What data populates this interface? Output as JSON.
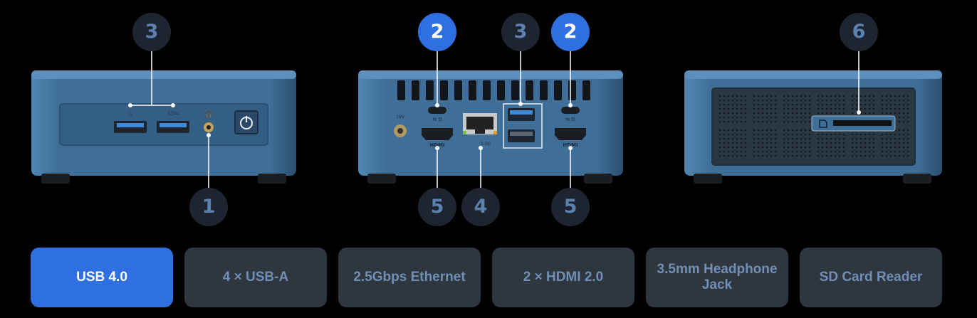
{
  "callouts": [
    {
      "id": "c3a",
      "label": "3",
      "active": false
    },
    {
      "id": "c1",
      "label": "1",
      "active": false
    },
    {
      "id": "c2a",
      "label": "2",
      "active": true
    },
    {
      "id": "c3b",
      "label": "3",
      "active": false
    },
    {
      "id": "c2b",
      "label": "2",
      "active": true
    },
    {
      "id": "c5a",
      "label": "5",
      "active": false
    },
    {
      "id": "c4",
      "label": "4",
      "active": false
    },
    {
      "id": "c5b",
      "label": "5",
      "active": false
    },
    {
      "id": "c6",
      "label": "6",
      "active": false
    }
  ],
  "port_labels": {
    "hdmi_left": "HDMI",
    "hdmi_right": "HDMI",
    "ethernet_speed": "2.5G",
    "dc_in": "19V"
  },
  "tabs": [
    {
      "label": "USB 4.0",
      "active": true
    },
    {
      "label": "4 × USB-A",
      "active": false
    },
    {
      "label": "2.5Gbps Ethernet",
      "active": false
    },
    {
      "label": "2 × HDMI 2.0",
      "active": false
    },
    {
      "label": "3.5mm Headphone Jack",
      "active": false
    },
    {
      "label": "SD Card Reader",
      "active": false
    }
  ],
  "colors": {
    "chassis": "#3e6f99",
    "chassis_dark": "#26496b",
    "callout_bg": "#1f2530",
    "callout_text": "#5b81b0",
    "active": "#2f6fe0",
    "tab_bg": "#30363e",
    "tab_text": "#6f8fb6"
  }
}
